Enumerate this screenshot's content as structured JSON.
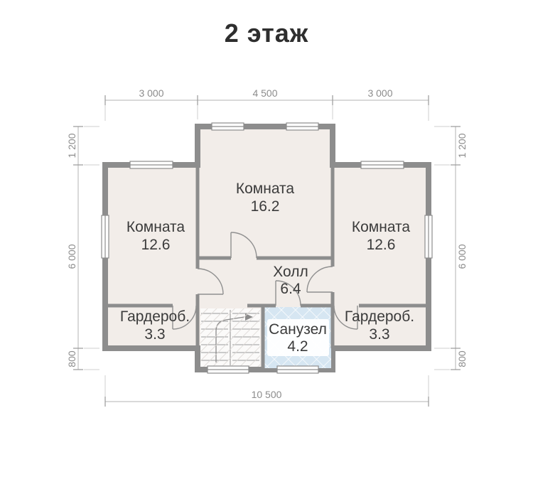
{
  "title": "2 этаж",
  "rooms": {
    "room_top": {
      "name": "Комната",
      "area": "16.2"
    },
    "room_left": {
      "name": "Комната",
      "area": "12.6"
    },
    "room_right": {
      "name": "Комната",
      "area": "12.6"
    },
    "hall": {
      "name": "Холл",
      "area": "6.4"
    },
    "wardrobe_left": {
      "name": "Гардероб.",
      "area": "3.3"
    },
    "wardrobe_right": {
      "name": "Гардероб.",
      "area": "3.3"
    },
    "bathroom": {
      "name": "Санузел",
      "area": "4.2"
    }
  },
  "dimensions": {
    "top": [
      "3 000",
      "4 500",
      "3 000"
    ],
    "left": [
      "1 200",
      "6 000",
      "800"
    ],
    "right": [
      "1 200",
      "6 000",
      "800"
    ],
    "bottom": "10 500"
  },
  "colors": {
    "floor": "#f2ede9",
    "wall": "#8d8d8d",
    "tile_base": "#d6e6f2",
    "tile_line": "#ffffff",
    "dim_text": "#8c8c8c",
    "label": "#3b3b3b"
  }
}
